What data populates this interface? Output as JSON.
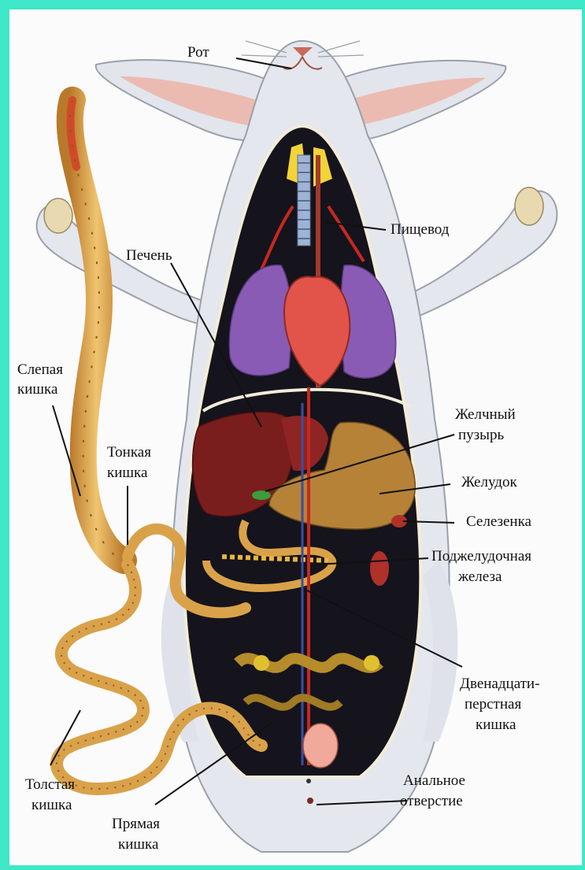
{
  "labels": {
    "mouth": "Рот",
    "esophagus": "Пищевод",
    "liver": "Печень",
    "caecum": [
      "Слепая",
      "кишка"
    ],
    "small_intestine": [
      "Тонкая",
      "кишка"
    ],
    "gallbladder": [
      "Желчный",
      "пузырь"
    ],
    "stomach": "Желудок",
    "spleen": "Селезенка",
    "pancreas": [
      "Поджелудочная",
      "железа"
    ],
    "duodenum": [
      "Двенадцати-",
      "перстная",
      "кишка"
    ],
    "large_intestine": [
      "Толстая",
      "кишка"
    ],
    "rectum": [
      "Прямая",
      "кишка"
    ],
    "anus": [
      "Анальное",
      "отверстие"
    ]
  },
  "colors": {
    "frame": "#3fe8c8",
    "fur": "#e4e7ee",
    "cavity": "#15131c",
    "liver": "#7a1d1d",
    "lungs": "#8a5bb5",
    "heart": "#e2544a",
    "intestine": "#d9a24a",
    "stomach": "#b68238"
  }
}
